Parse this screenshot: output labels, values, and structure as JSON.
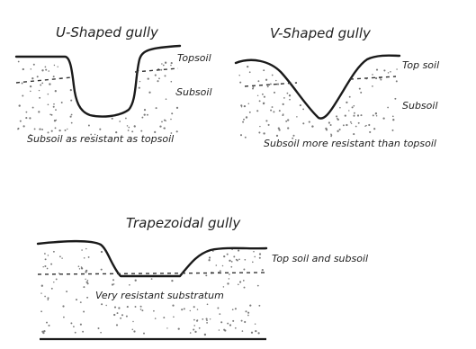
{
  "diagrams": {
    "u_shaped": {
      "title": "U-Shaped gully",
      "topsoil_label": "Topsoil",
      "subsoil_label": "Subsoil",
      "caption": "Subsoil as resistant as topsoil"
    },
    "v_shaped": {
      "title": "V-Shaped gully",
      "topsoil_label": "Top soil",
      "subsoil_label": "Subsoil",
      "caption": "Subsoil more resistant than topsoil"
    },
    "trapezoidal": {
      "title": "Trapezoidal gully",
      "layer_label": "Top soil and subsoil",
      "substratum_label": "Very resistant substratum"
    }
  }
}
